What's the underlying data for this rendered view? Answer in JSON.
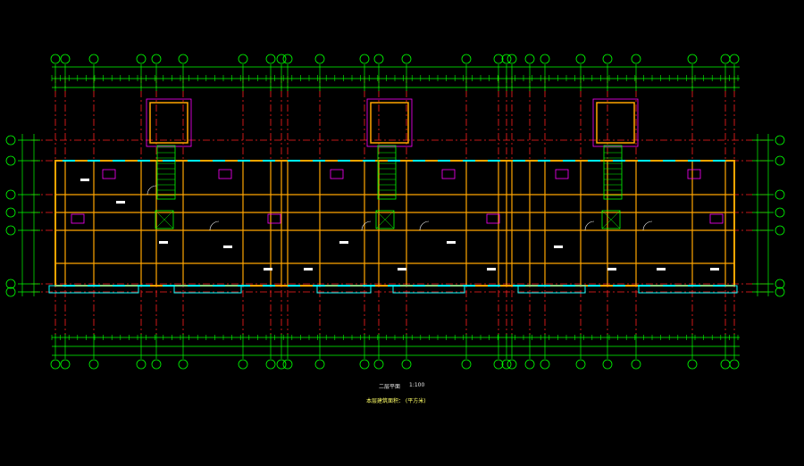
{
  "drawing": {
    "title": "二层平面",
    "scale": "1:100",
    "subtitle": "本层建筑面积：          (平方米)",
    "colors": {
      "background": "#000000",
      "axis_line": "#ff2020",
      "dimension": "#00ff00",
      "wall": "#ffa500",
      "window": "#00ffff",
      "room_label": "#ffffff",
      "door": "#ff00ff",
      "title_text": "#e8e8e8",
      "stair": "#00ff00"
    }
  }
}
